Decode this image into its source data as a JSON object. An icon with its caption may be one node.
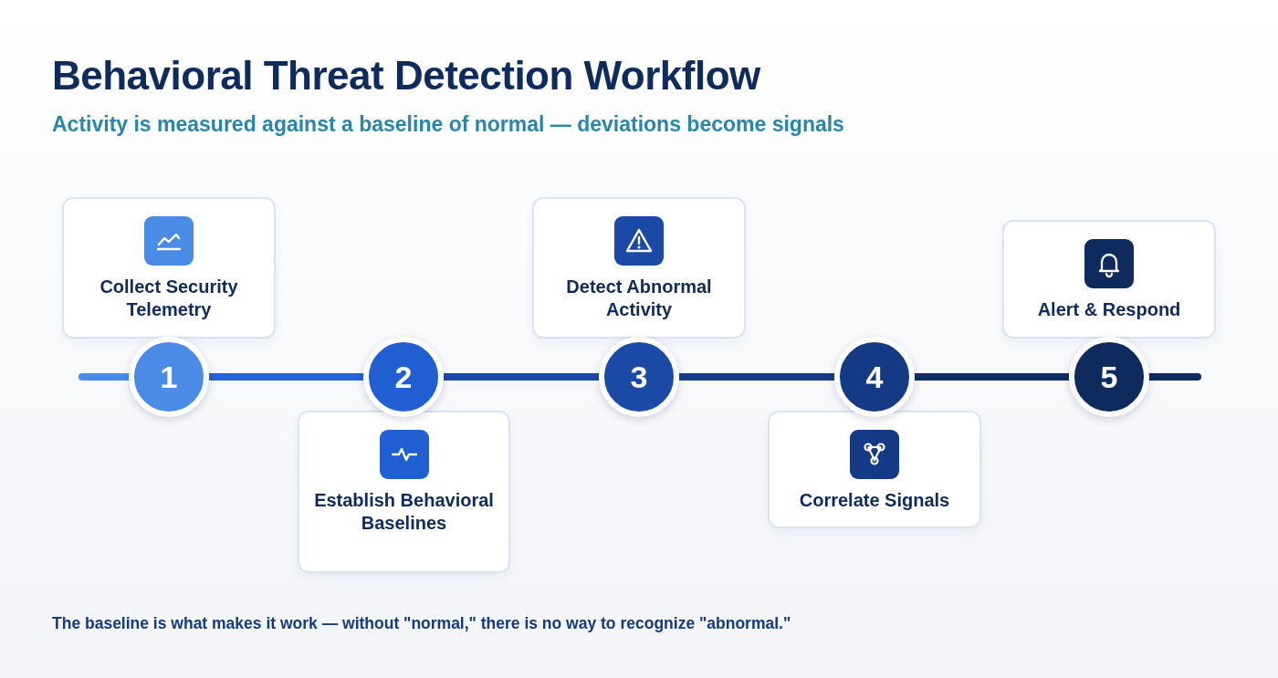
{
  "diagram": {
    "title": "Behavioral Threat Detection Workflow",
    "nodes": [
      {
        "text": [
          "Collect Security Telemetry"
        ]
      },
      {
        "text": [
          "1"
        ]
      },
      {
        "text": [
          "Establish Behavioral Baselines"
        ]
      },
      {
        "text": [
          "2"
        ]
      },
      {
        "text": [
          "Detect Abnormal Activity"
        ]
      },
      {
        "text": [
          "3"
        ]
      },
      {
        "text": [
          "Correlate Signals"
        ]
      },
      {
        "text": [
          "4"
        ]
      },
      {
        "text": [
          "Alert & Respond"
        ]
      },
      {
        "text": [
          "5"
        ]
      }
    ],
    "edges": [
      {
        "from": null,
        "to": 1,
        "arrow": "none",
        "color": "#4a8be8"
      },
      {
        "from": 1,
        "to": 3,
        "arrow": "none",
        "color": "#2563d6"
      },
      {
        "from": 3,
        "to": 5,
        "arrow": "none",
        "color": "#1a4aa6"
      },
      {
        "from": 5,
        "to": 7,
        "arrow": "none",
        "color": "#163c85"
      },
      {
        "from": 7,
        "to": 9,
        "arrow": "none",
        "color": "#102d63"
      },
      {
        "from": 9,
        "to": null,
        "arrow": "none",
        "color": "#0f2a5c"
      }
    ],
    "labels": [
      "Activity is measured against a baseline of normal — deviations become signals",
      "The baseline is what makes it work — without \"normal,\" there is no way to recognize \"abnormal.\""
    ]
  }
}
